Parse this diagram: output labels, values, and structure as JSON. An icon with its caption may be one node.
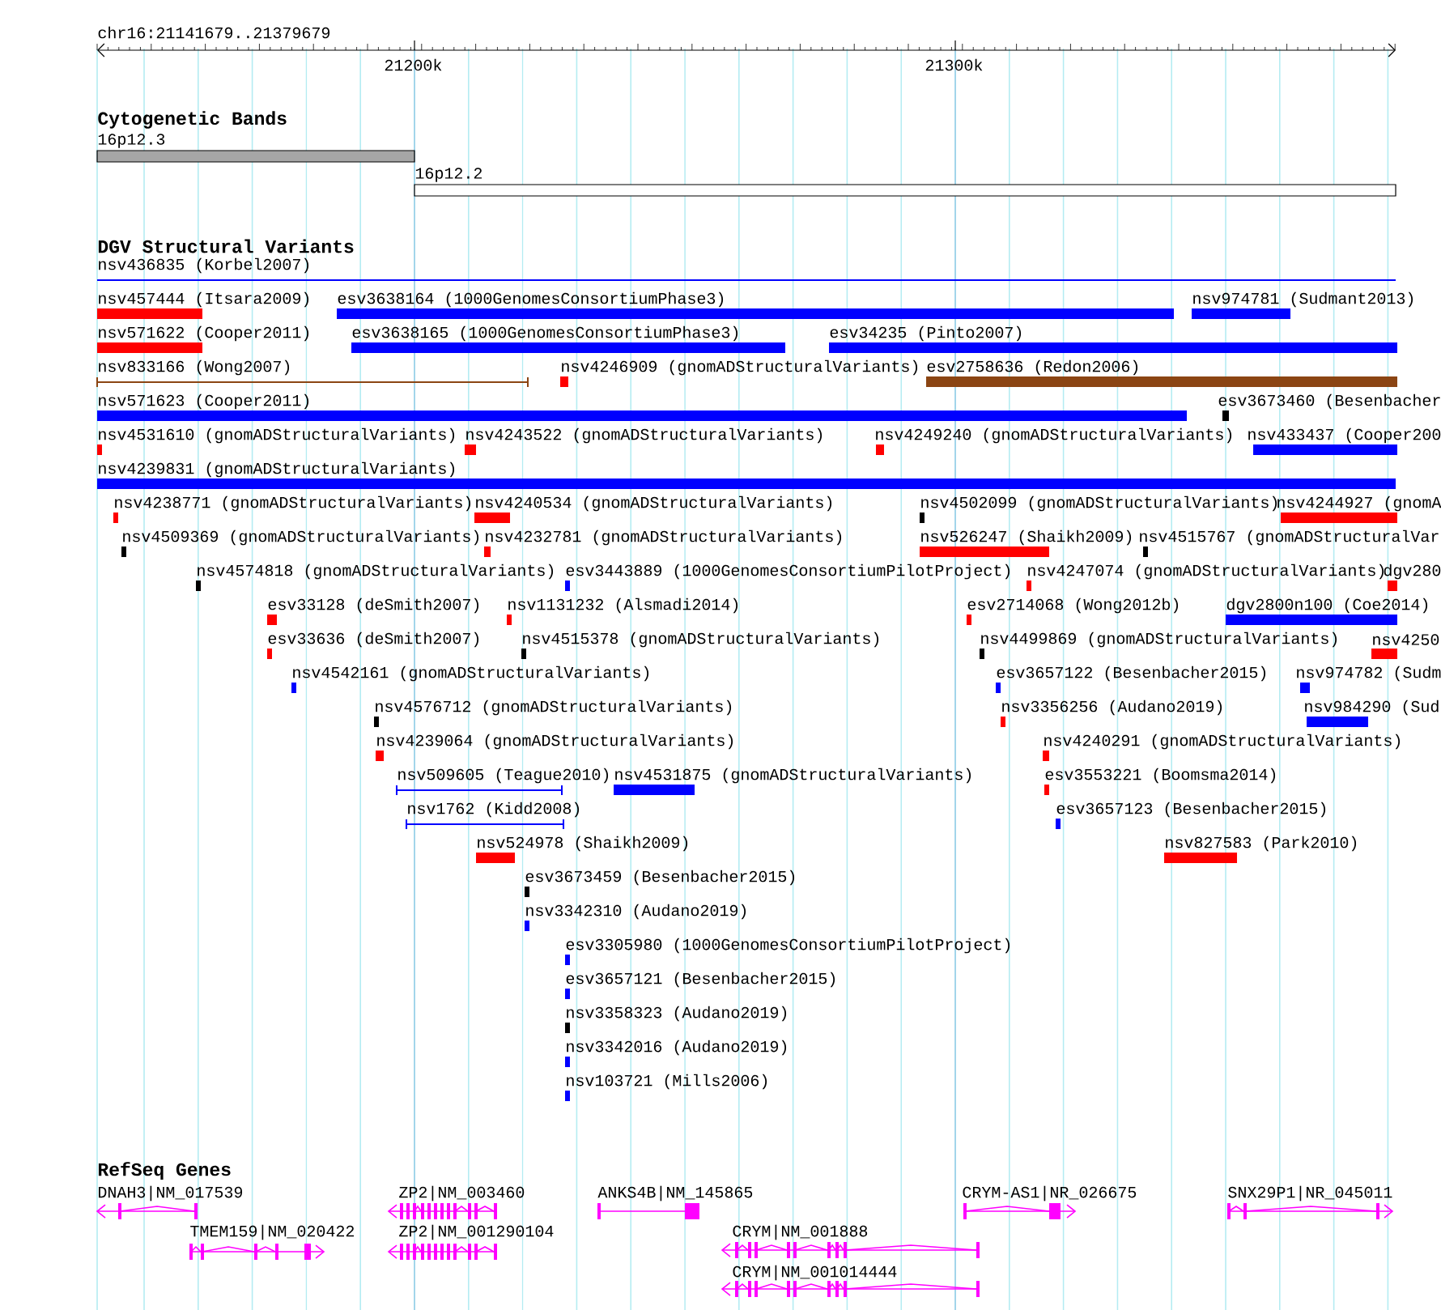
{
  "diagram": {
    "labels": [
      "chr16:21141679..21379679",
      "21200k",
      "21300k",
      "Cytogenetic Bands",
      "16p12.3",
      "16p12.2",
      "DGV Structural Variants",
      "nsv436835 (Korbel2007)",
      "nsv457444 (Itsara2009)",
      "esv3638164 (1000GenomesConsortiumPhase3)",
      "nsv974781 (Sudmant2013)",
      "nsv571622 (Cooper2011)",
      "esv3638165 (1000GenomesConsortiumPhase3)",
      "esv34235 (Pinto2007)",
      "nsv833166 (Wong2007)",
      "nsv4246909 (gnomADStructuralVariants)",
      "esv2758636 (Redon2006)",
      "nsv571623 (Cooper2011)",
      "esv3673460 (Besenbacher",
      "nsv4531610 (gnomADStructuralVariants)",
      "nsv4243522 (gnomADStructuralVariants)",
      "nsv4249240 (gnomADStructuralVariants)",
      "nsv433437 (Cooper200",
      "nsv4239831 (gnomADStructuralVariants)",
      "nsv4238771 (gnomADStructuralVariants)",
      "nsv4240534 (gnomADStructuralVariants)",
      "nsv4502099 (gnomADStructuralVariants)",
      "nsv4244927 (gnomA",
      "nsv4509369 (gnomADStructuralVariants)",
      "nsv4232781 (gnomADStructuralVariants)",
      "nsv526247 (Shaikh2009)",
      "nsv4515767 (gnomADStructuralVar",
      "nsv4574818 (gnomADStructuralVariants)",
      "esv3443889 (1000GenomesConsortiumPilotProject)",
      "nsv4247074 (gnomADStructuralVariants)",
      "dgv280",
      "esv33128 (deSmith2007)",
      "nsv1131232 (Alsmadi2014)",
      "esv2714068 (Wong2012b)",
      "dgv2800n100 (Coe2014)",
      "esv33636 (deSmith2007)",
      "nsv4515378 (gnomADStructuralVariants)",
      "nsv4499869 (gnomADStructuralVariants)",
      "nsv4250",
      "nsv4542161 (gnomADStructuralVariants)",
      "esv3657122 (Besenbacher2015)",
      "nsv974782 (Sudm",
      "nsv4576712 (gnomADStructuralVariants)",
      "nsv3356256 (Audano2019)",
      "nsv984290 (Sud",
      "nsv4239064 (gnomADStructuralVariants)",
      "nsv4240291 (gnomADStructuralVariants)",
      "nsv509605 (Teague2010)",
      "nsv4531875 (gnomADStructuralVariants)",
      "esv3553221 (Boomsma2014)",
      "nsv1762 (Kidd2008)",
      "esv3657123 (Besenbacher2015)",
      "nsv524978 (Shaikh2009)",
      "nsv827583 (Park2010)",
      "esv3673459 (Besenbacher2015)",
      "nsv3342310 (Audano2019)",
      "esv3305980 (1000GenomesConsortiumPilotProject)",
      "esv3657121 (Besenbacher2015)",
      "nsv3358323 (Audano2019)",
      "nsv3342016 (Audano2019)",
      "nsv103721 (Mills2006)",
      "RefSeq Genes",
      "DNAH3|NM_017539",
      "ZP2|NM_003460",
      "ANKS4B|NM_145865",
      "CRYM-AS1|NR_026675",
      "SNX29P1|NR_045011",
      "TMEM159|NM_020422",
      "ZP2|NM_001290104",
      "CRYM|NM_001888",
      "CRYM|NM_001014444"
    ]
  }
}
